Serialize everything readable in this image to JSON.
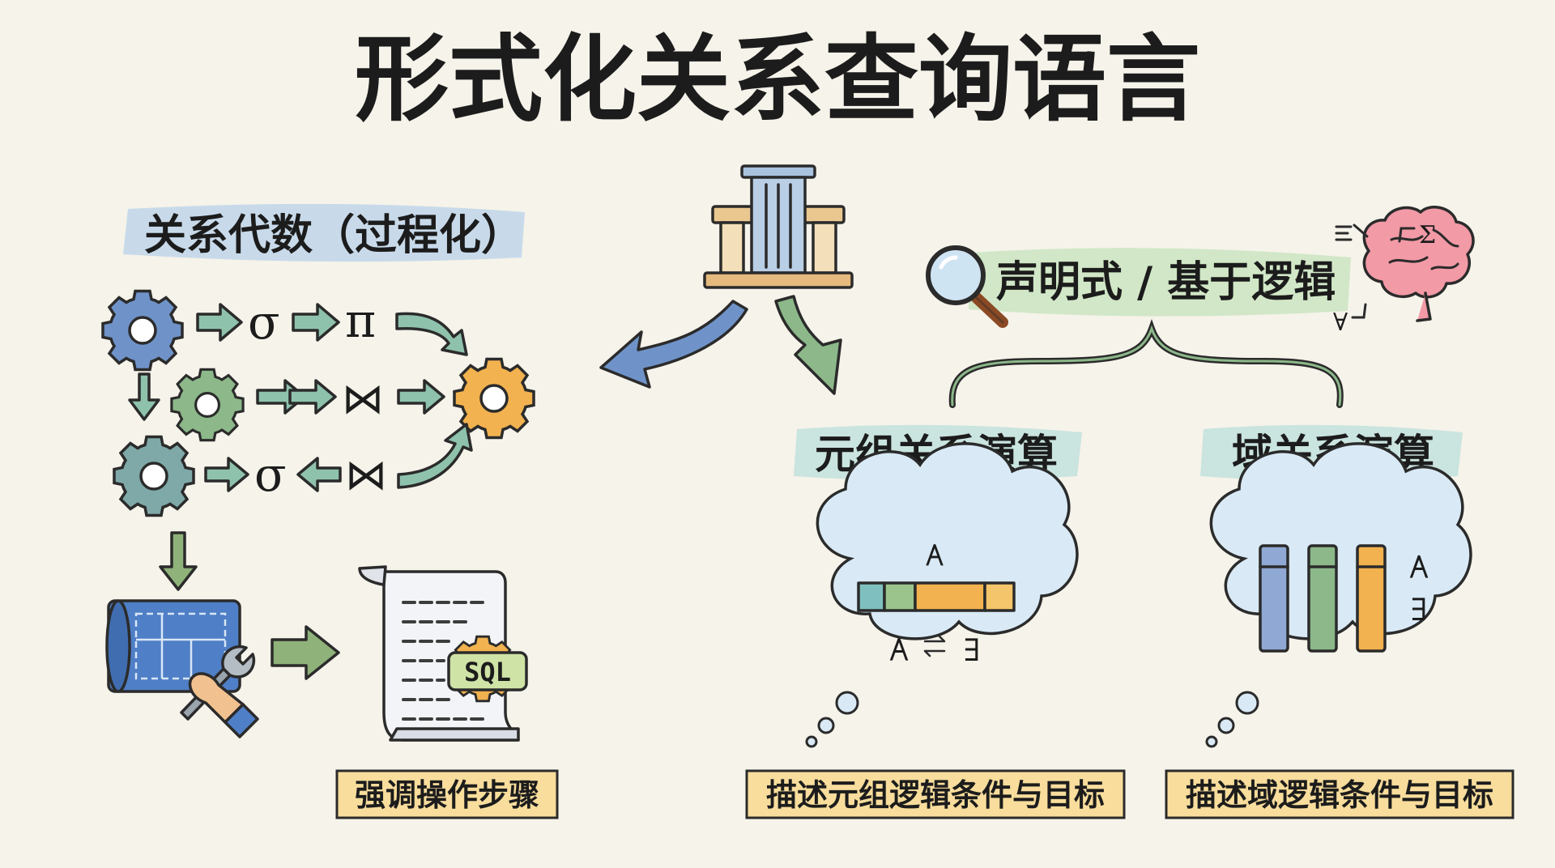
{
  "title": "形式化关系查询语言",
  "left": {
    "heading": "关系代数（过程化）",
    "row1_symbols": [
      "σ",
      "π"
    ],
    "row2_symbol": "⋈",
    "row3_symbols": [
      "σ",
      "⋈"
    ],
    "sql_badge": "SQL",
    "caption": "强调操作步骤"
  },
  "right": {
    "heading": "声明式 / 基于逻辑",
    "brain_symbols": [
      "Σ",
      "∀"
    ],
    "tuple": {
      "heading": "元组关系演算",
      "cloud_symbols": [
        "∀",
        "∀",
        "∃"
      ],
      "caption": "描述元组逻辑条件与目标"
    },
    "domain": {
      "heading": "域关系演算",
      "cloud_symbols": [
        "∀",
        "∃"
      ],
      "caption": "描述域逻辑条件与目标"
    }
  },
  "icons": [
    "column-building-icon",
    "gear-icon",
    "blueprint-icon",
    "wrench-icon",
    "scroll-icon",
    "magnifier-icon",
    "brain-icon",
    "thought-cloud-icon"
  ],
  "colors": {
    "background": "#f5f3ea",
    "blue": "#6f93c9",
    "green": "#8cb88a",
    "teal": "#7fa9a8",
    "orange": "#f2b24f",
    "caption_fill": "#f8dd9c",
    "heading_highlight_blue": "#c5d8ea",
    "heading_highlight_green": "#cfe6c5"
  }
}
